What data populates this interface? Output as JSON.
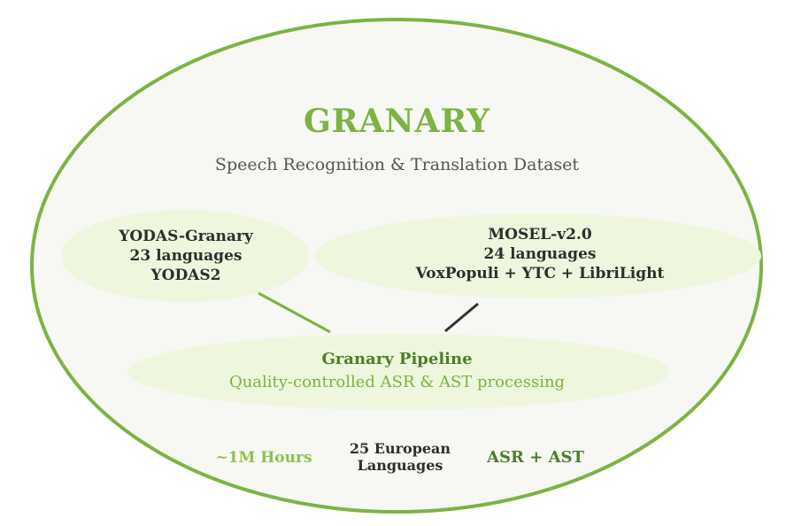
{
  "title": "GRANARY",
  "subtitle": "Speech Recognition & Translation Dataset",
  "sources": {
    "yodas": {
      "name": "YODAS-Granary",
      "languages": "23 languages",
      "origin": "YODAS2"
    },
    "mosel": {
      "name": "MOSEL-v2.0",
      "languages": "24 languages",
      "origin": "VoxPopuli + YTC + LibriLight"
    }
  },
  "pipeline": {
    "name": "Granary Pipeline",
    "description": "Quality-controlled ASR & AST processing"
  },
  "stats": {
    "hours": "~1M Hours",
    "languages_line1": "25 European",
    "languages_line2": "Languages",
    "tasks": "ASR + AST"
  },
  "colors": {
    "outer_border": "#7cb342",
    "outer_fill": "#f7f7f4",
    "inner_fill": "#eef7dd",
    "title": "#7cb342",
    "pipeline_title": "#4e7d2c",
    "connector_yodas": "#7cb342",
    "connector_mosel": "#333333"
  }
}
